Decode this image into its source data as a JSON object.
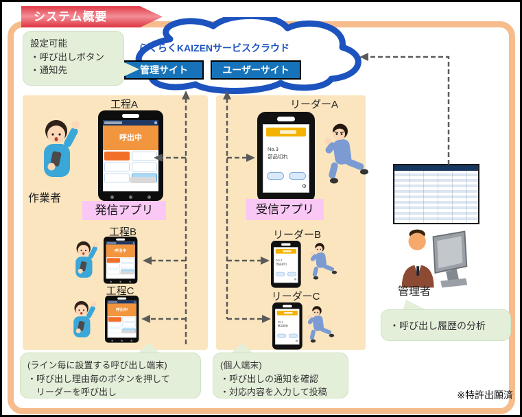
{
  "banner": {
    "title": "システム概要"
  },
  "config_note": {
    "title": "設定可能",
    "item1": "・呼び出しボタン",
    "item2": "・通知先"
  },
  "cloud": {
    "title": "らくらくKAIZENサービスクラウド",
    "admin_site_label": "管理サイト",
    "user_site_label": "ユーザーサイト"
  },
  "caller_side": {
    "worker_label": "作業者",
    "app_label": "発信アプリ",
    "stations": [
      {
        "label": "工程A"
      },
      {
        "label": "工程B"
      },
      {
        "label": "工程C"
      }
    ],
    "screen": {
      "status": "呼出中"
    }
  },
  "receiver_side": {
    "app_label": "受信アプリ",
    "leaders": [
      {
        "label": "リーダーA"
      },
      {
        "label": "リーダーB"
      },
      {
        "label": "リーダーC"
      }
    ],
    "screen": {
      "no": "No.3",
      "reason": "部品切れ"
    }
  },
  "admin": {
    "label": "管理者",
    "note": "・呼び出し履歴の分析"
  },
  "caller_note": {
    "title": "(ライン毎に設置する呼び出し端末)",
    "line1": "・呼び出し理由毎のボタンを押して",
    "line2": "　リーダーを呼び出し"
  },
  "receiver_note": {
    "title": "(個人端末)",
    "line1": "・呼び出しの通知を確認",
    "line2": "・対応内容を入力して投稿"
  },
  "footer": {
    "patent": "※特許出願済"
  },
  "colors": {
    "frame_orange": "#F6BC8C",
    "panel_cream": "#FAE5BE",
    "note_green": "#E4EFDA",
    "app_pink": "#FAC8F5",
    "cloud_blue": "#1D53BE",
    "site_button_blue": "#1673B9",
    "banner_red": "#E23946",
    "screen_header_orange": "#F2953F",
    "call_button_orange": "#F26F28",
    "receiver_header_yellow": "#F3B200",
    "table_header_navy": "#17375E"
  }
}
